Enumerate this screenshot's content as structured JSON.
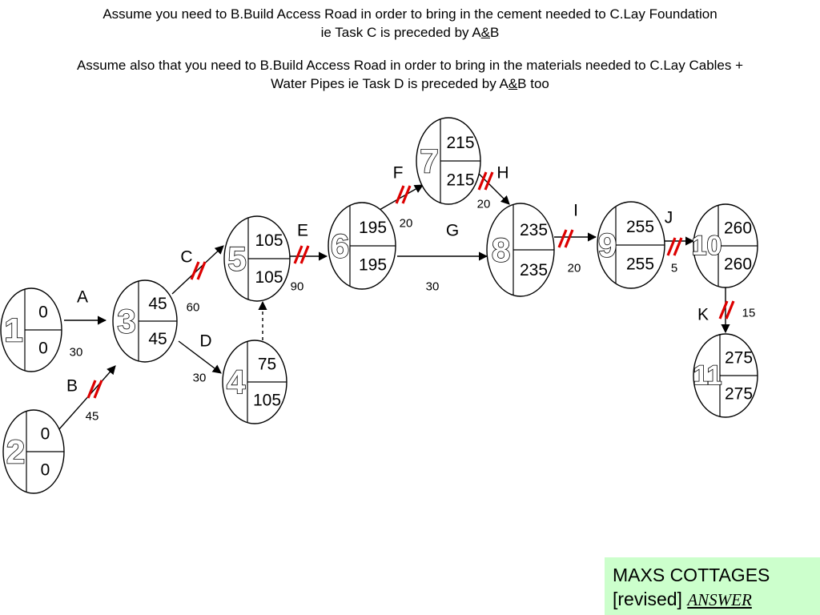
{
  "notes": {
    "line1": {
      "a": "Assume you need to B.Build Access Road  in order to bring in the cement needed to C.Lay Foundation",
      "b_pre": "ie Task C is preceded by A",
      "amp": "&",
      "b_post": "B"
    },
    "line2": {
      "a": "Assume also that you need to B.Build Access Road in order to bring in the materials needed to C.Lay Cables +",
      "b_pre": "Water Pipes ie Task D is preceded by A",
      "amp": "&",
      "b_post": "B too"
    }
  },
  "nodes": [
    {
      "id": "1",
      "top": "0",
      "bottom": "0"
    },
    {
      "id": "2",
      "top": "0",
      "bottom": "0"
    },
    {
      "id": "3",
      "top": "45",
      "bottom": "45"
    },
    {
      "id": "4",
      "top": "75",
      "bottom": "105"
    },
    {
      "id": "5",
      "top": "105",
      "bottom": "105"
    },
    {
      "id": "6",
      "top": "195",
      "bottom": "195"
    },
    {
      "id": "7",
      "top": "215",
      "bottom": "215"
    },
    {
      "id": "8",
      "top": "235",
      "bottom": "235"
    },
    {
      "id": "9",
      "top": "255",
      "bottom": "255"
    },
    {
      "id": "10",
      "top": "260",
      "bottom": "260"
    },
    {
      "id": "11",
      "top": "275",
      "bottom": "275"
    }
  ],
  "activities": [
    {
      "label": "A",
      "duration": "30",
      "from": "1",
      "to": "3",
      "critical": false
    },
    {
      "label": "B",
      "duration": "45",
      "from": "2",
      "to": "3",
      "critical": true
    },
    {
      "label": "C",
      "duration": "60",
      "from": "3",
      "to": "5",
      "critical": true
    },
    {
      "label": "D",
      "duration": "30",
      "from": "3",
      "to": "4",
      "critical": false
    },
    {
      "label": "",
      "duration": "",
      "from": "4",
      "to": "5",
      "critical": false,
      "dummy": true
    },
    {
      "label": "E",
      "duration": "90",
      "from": "5",
      "to": "6",
      "critical": true
    },
    {
      "label": "F",
      "duration": "20",
      "from": "6",
      "to": "7",
      "critical": true
    },
    {
      "label": "G",
      "duration": "30",
      "from": "6",
      "to": "8",
      "critical": false
    },
    {
      "label": "H",
      "duration": "20",
      "from": "7",
      "to": "8",
      "critical": true
    },
    {
      "label": "I",
      "duration": "20",
      "from": "8",
      "to": "9",
      "critical": true
    },
    {
      "label": "J",
      "duration": "5",
      "from": "9",
      "to": "10",
      "critical": true
    },
    {
      "label": "K",
      "duration": "15",
      "from": "10",
      "to": "11",
      "critical": true
    }
  ],
  "colors": {
    "critical_marker": "#dd0000",
    "answer_box": "#ccffcc"
  },
  "answer_box": {
    "title": "MAXS COTTAGES",
    "revised": "[revised]",
    "answer": "ANSWER"
  }
}
